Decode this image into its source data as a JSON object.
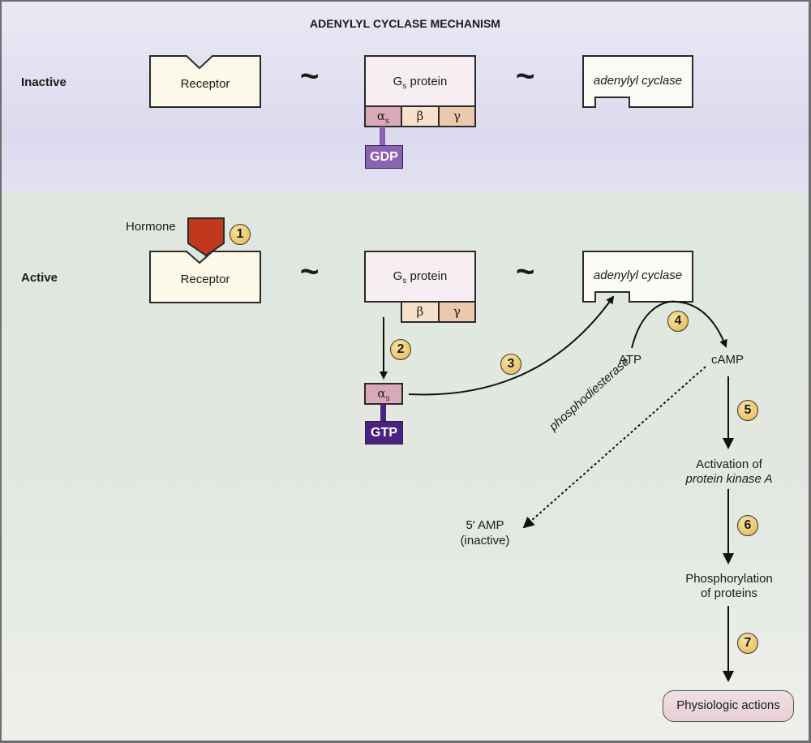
{
  "title": "ADENYLYL CYCLASE MECHANISM",
  "rows": {
    "inactive": "Inactive",
    "active": "Active"
  },
  "components": {
    "receptor": "Receptor",
    "gs_protein_prefix": "G",
    "gs_protein_sub": "s",
    "gs_protein_suffix": " protein",
    "alpha": "α",
    "alpha_sub": "s",
    "beta": "β",
    "gamma": "γ",
    "adenylyl_cyclase": "adenylyl cyclase",
    "gdp": "GDP",
    "gtp": "GTP",
    "hormone": "Hormone",
    "tilde": "~"
  },
  "pathway": {
    "atp": "ATP",
    "camp": "cAMP",
    "phosphodiesterase": "phosphodiesterase",
    "amp_line1": "5′ AMP",
    "amp_line2": "(inactive)",
    "pka_line1": "Activation of",
    "pka_line2": "protein kinase A",
    "phos_line1": "Phosphorylation",
    "phos_line2": "of proteins",
    "physiologic": "Physiologic actions"
  },
  "steps": [
    "1",
    "2",
    "3",
    "4",
    "5",
    "6",
    "7"
  ],
  "colors": {
    "receptor_fill": "#fdf9e8",
    "gs_fill": "#f6eef2",
    "alpha_fill": "#d9a9b8",
    "beta_fill": "#f6e2cc",
    "gamma_fill": "#ecc9ad",
    "gdp_fill": "#8b62b0",
    "gtp_fill": "#4a2380",
    "hormone_fill": "#c0391f",
    "cyclase_fill": "#fcfaf5"
  }
}
